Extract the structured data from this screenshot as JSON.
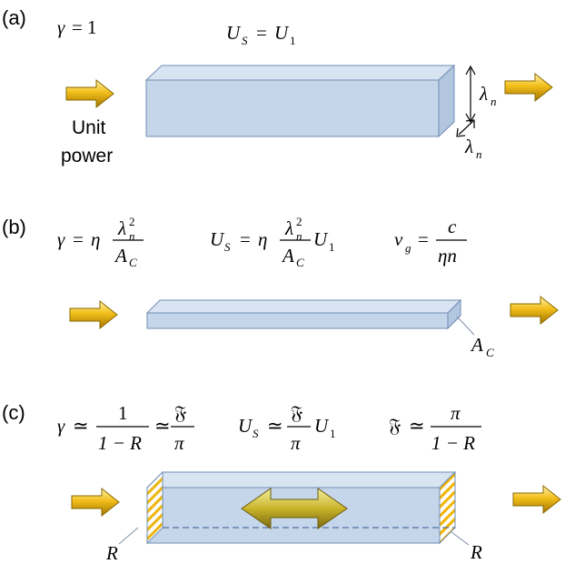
{
  "panel_a": {
    "label": "(a)",
    "gamma_lhs": "γ",
    "gamma_eq": "=",
    "gamma_val": "1",
    "us": "U",
    "us_sub": "S",
    "us_eq": "=",
    "us_rhs": "U",
    "us_rhs_sub": "1",
    "lambda": "λ",
    "lambda_sub": "n",
    "input_line1": "Unit",
    "input_line2": "power"
  },
  "panel_b": {
    "label": "(b)",
    "gamma": "γ",
    "eq": "=",
    "eta": "η",
    "lambda": "λ",
    "lambda_sub": "n",
    "sq": "2",
    "a": "A",
    "a_sub": "C",
    "us": "U",
    "us_sub": "S",
    "u1": "U",
    "u1_sub": "1",
    "v": "v",
    "v_sub": "g",
    "c": "c",
    "eta_n": "ηn",
    "ac_label": "A",
    "ac_label_sub": "C"
  },
  "panel_c": {
    "label": "(c)",
    "gamma": "γ",
    "approx": "≃",
    "one": "1",
    "one_minus_r": "1 − R",
    "frak": "𝔉",
    "pi": "π",
    "us": "U",
    "us_sub": "S",
    "u1": "U",
    "u1_sub": "1",
    "r_left": "R",
    "r_right": "R"
  },
  "colors": {
    "box_front": "#c6d6ea",
    "box_top": "#d9e4f2",
    "box_side": "#b3c6df",
    "box_edge": "#6f8db5",
    "arrow_gold": "#e9a900",
    "arrow_dark": "#8a6a00",
    "hatch": "#f0b400",
    "dashed": "#4f6fa3"
  }
}
